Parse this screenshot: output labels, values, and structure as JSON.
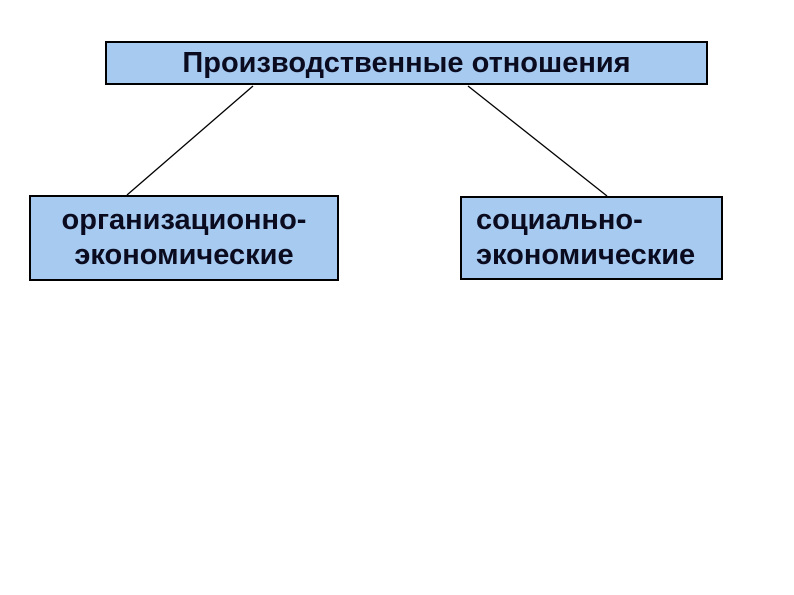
{
  "diagram": {
    "root": {
      "label": "Производственные отношения"
    },
    "children": [
      {
        "id": "organizational-economic",
        "label": "организационно-\nэкономические"
      },
      {
        "id": "social-economic",
        "label": "социально-\nэкономические"
      }
    ],
    "colors": {
      "background": "#ffffff",
      "box_fill": "#a6caf0",
      "box_border": "#000000",
      "text": "#0b0b20",
      "connector": "#000000"
    }
  }
}
